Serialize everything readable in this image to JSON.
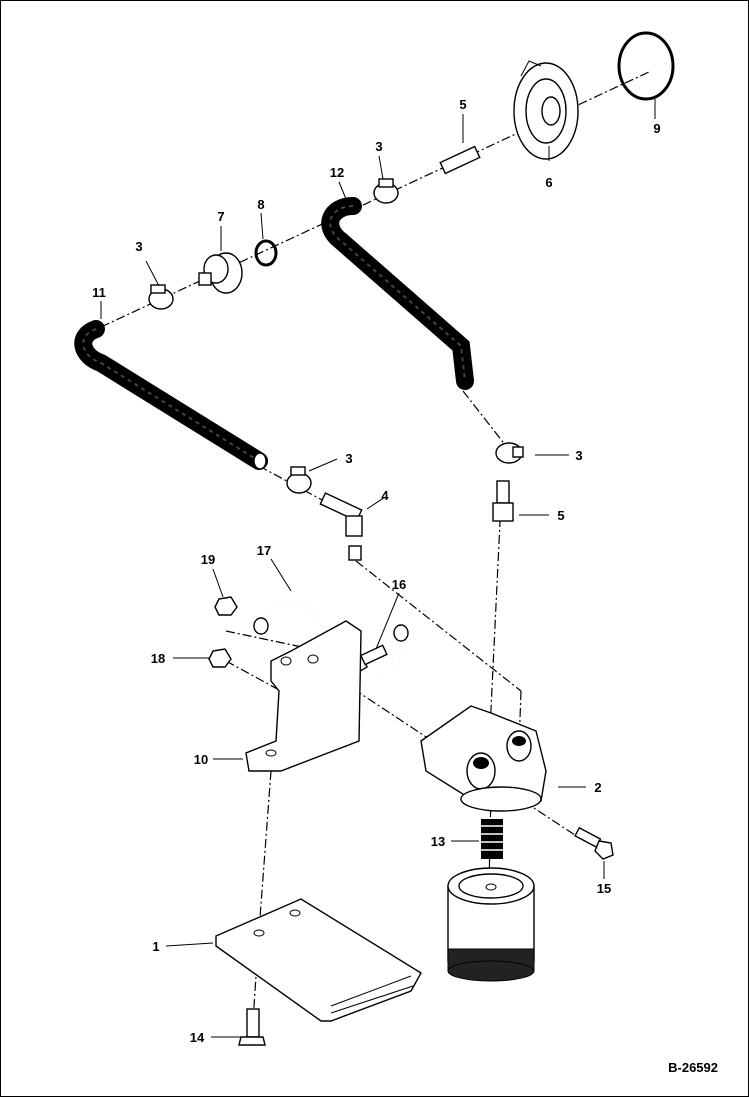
{
  "reference_number": "B-26592",
  "callouts": {
    "c1": "1",
    "c2": "2",
    "c3a": "3",
    "c3b": "3",
    "c3c": "3",
    "c3d": "3",
    "c4": "4",
    "c5a": "5",
    "c5b": "5",
    "c6": "6",
    "c7": "7",
    "c8": "8",
    "c9": "9",
    "c10": "10",
    "c11": "11",
    "c12": "12",
    "c13": "13",
    "c14": "14",
    "c15": "15",
    "c16": "16",
    "c17": "17",
    "c18": "18",
    "c19": "19"
  }
}
